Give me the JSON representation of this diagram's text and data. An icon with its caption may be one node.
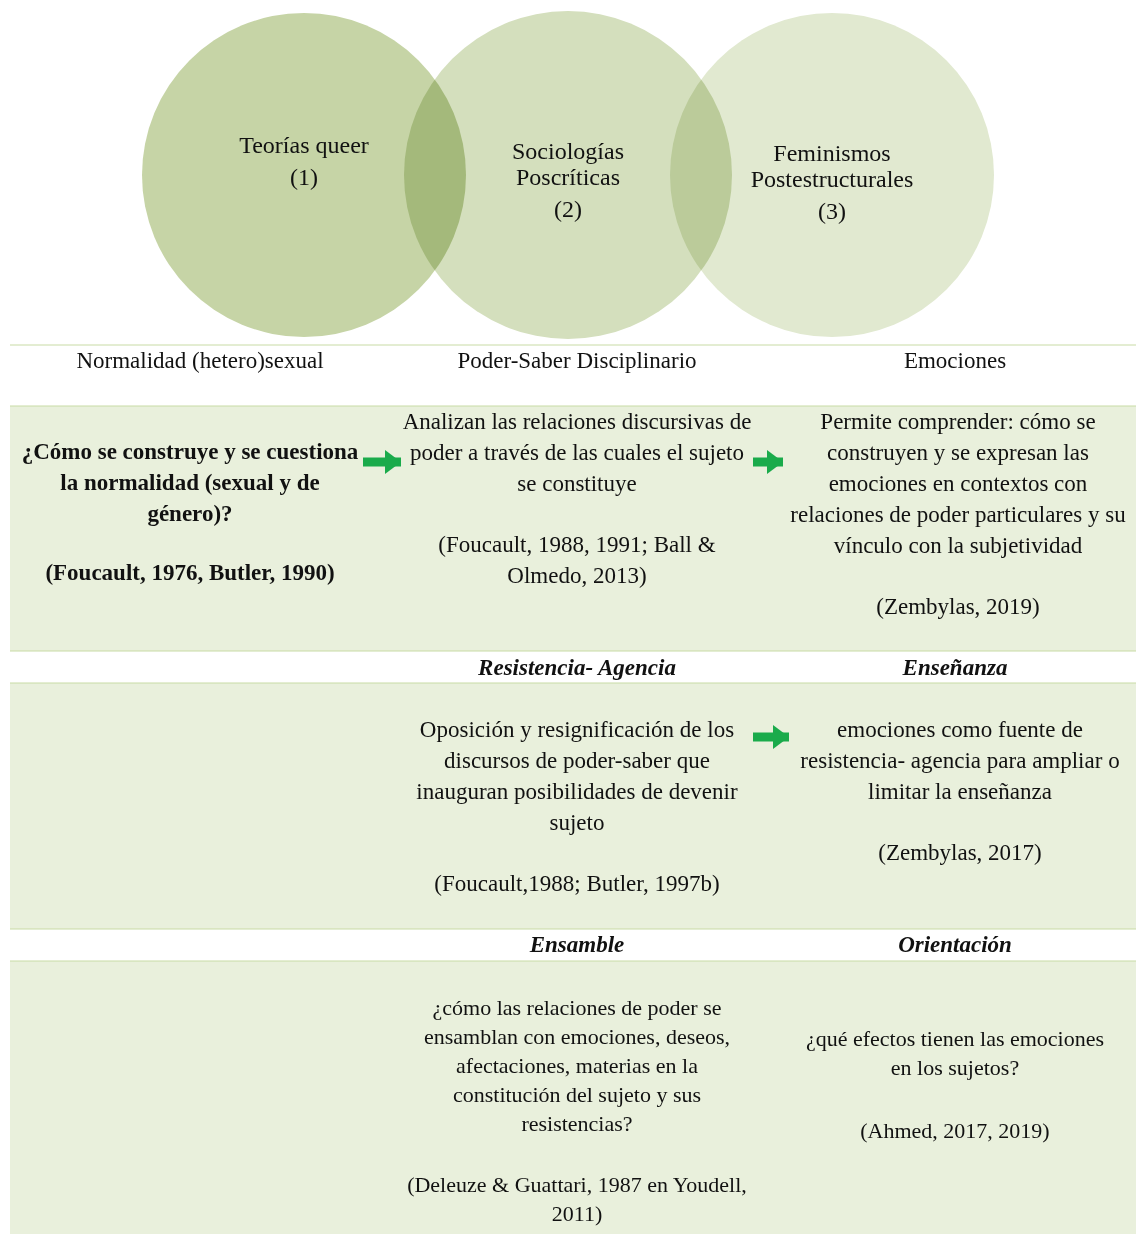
{
  "diagram": {
    "nodes": [
      {
        "text": [
          "Teorías queer",
          "(1)"
        ]
      },
      {
        "text": [
          "Sociologías Poscríticas",
          "(2)"
        ]
      },
      {
        "text": [
          "Feminismos Postestructurales",
          "(3)"
        ]
      },
      {
        "text": [
          "¿Cómo se construye y se cuestiona la normalidad (sexual y de género)?",
          "(Foucault, 1976, Butler, 1990)"
        ]
      },
      {
        "text": [
          "Analizan las relaciones discursivas de poder a través de las cuales el sujeto se constituye",
          "(Foucault, 1988, 1991; Ball & Olmedo, 2013)"
        ]
      },
      {
        "text": [
          "Permite comprender: cómo se construyen y se expresan las emociones en contextos con relaciones de poder particulares y su vínculo con la subjetividad",
          "(Zembylas, 2019)"
        ]
      },
      {
        "text": [
          "Oposición y resignificación de los discursos de poder-saber que inauguran posibilidades de devenir sujeto",
          "(Foucault,1988; Butler, 1997b)"
        ]
      },
      {
        "text": [
          "emociones como fuente de resistencia- agencia para ampliar o limitar la enseñanza",
          "(Zembylas, 2017)"
        ]
      }
    ],
    "edges": [
      {
        "from": 3,
        "to": 4,
        "arrow": "to"
      },
      {
        "from": 4,
        "to": 5,
        "arrow": "to"
      },
      {
        "from": 6,
        "to": 7,
        "arrow": "to"
      }
    ],
    "labels": [
      "Normalidad (hetero)sexual",
      "Poder-Saber Disciplinario",
      "Emociones",
      "Resistencia- Agencia",
      "Enseñanza",
      "Ensamble",
      "Orientación",
      "¿cómo las relaciones de poder se ensamblan con emociones, deseos, afectaciones, materias en la constitución del sujeto y sus resistencias?",
      "(Deleuze & Guattari, 1987 en Youdell, 2011)",
      "¿qué efectos tienen las emociones en los sujetos?",
      "(Ahmed, 2017, 2019)"
    ]
  }
}
